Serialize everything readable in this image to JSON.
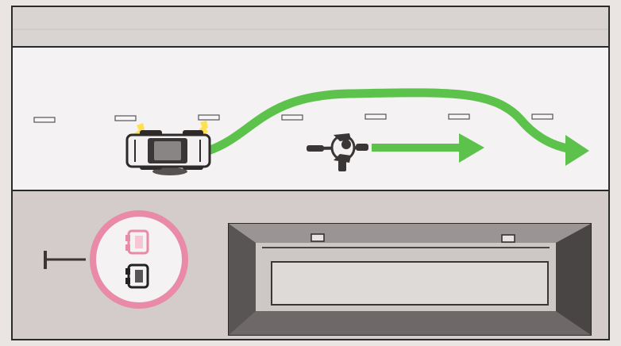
{
  "scene": {
    "road": {
      "direction": "left-to-right",
      "lanes": 2,
      "divider": "dashed"
    },
    "car": {
      "icon": "car-icon",
      "hazard_lights": "flashing",
      "maneuver": "overtake"
    },
    "cyclist": {
      "icon": "bicycle-icon",
      "direction": "right"
    },
    "sign": {
      "icon": "no-overtaking-sign-icon",
      "ring_color": "#e88aa8",
      "car_colors": [
        "#e88aa8",
        "#222222"
      ]
    },
    "building": {
      "icon": "building-icon"
    },
    "arrows": {
      "color": "#5cc24c",
      "paths": [
        "overtaking-path",
        "cyclist-path"
      ]
    },
    "colors": {
      "road": "#f4f2f2",
      "ground": "#d3ccca",
      "frame": "#2a2a2a",
      "hazard": "#ffe050"
    }
  }
}
